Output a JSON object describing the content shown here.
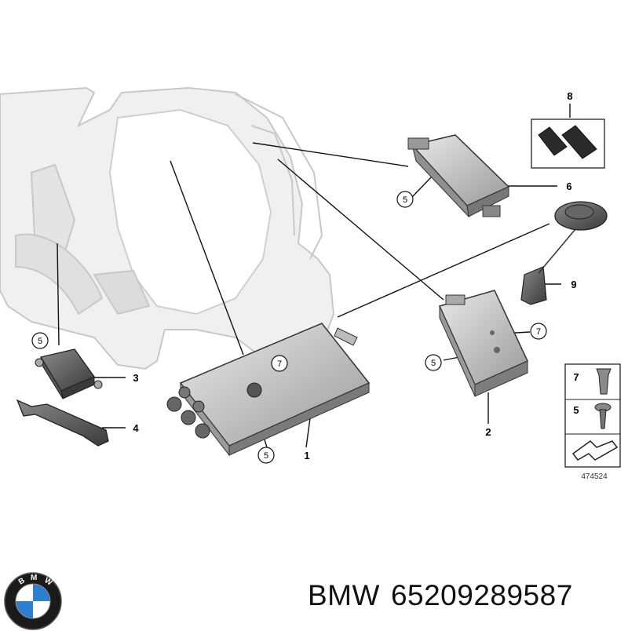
{
  "diagram": {
    "callouts": {
      "c1": "1",
      "c2": "2",
      "c3": "3",
      "c4": "4",
      "c6": "6",
      "c8": "8",
      "c9": "9",
      "circle5a": "5",
      "circle5b": "5",
      "circle5c": "5",
      "circle5d": "5",
      "circle7a": "7",
      "circle7b": "7"
    },
    "legend": {
      "row1_num": "7",
      "row2_num": "5"
    },
    "reference_code": "474524"
  },
  "footer": {
    "brand": "BMW",
    "part_number": "65209289587",
    "logo_letters": "BMW",
    "logo_colors": {
      "ring": "#1a1a1a",
      "blue": "#2f7fd0",
      "white": "#ffffff"
    }
  }
}
